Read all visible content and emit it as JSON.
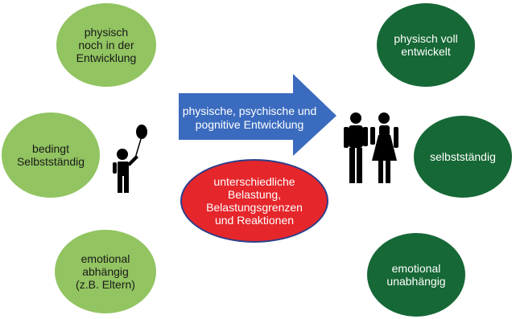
{
  "left_column": {
    "top": "physisch\nnoch in der\nEntwicklung",
    "middle": "bedingt\nSelbstständig",
    "bottom": "emotional\nabhängig\n(z.B. Eltern)"
  },
  "right_column": {
    "top": "physisch voll\nentwickelt",
    "middle": "selbstständig",
    "bottom": "emotional\nunabhängig"
  },
  "arrow_label": "physische, psychische und\npognitive Entwicklung",
  "center_note": "unterschiedliche\nBelastung,\nBelastungsgrenzen\nund Reaktionen",
  "icons": [
    "child-with-balloon-icon",
    "couple-icon"
  ],
  "colors": {
    "light_green": "#92c461",
    "dark_green": "#166836",
    "arrow_blue": "#3a6bbf",
    "red": "#e5262b",
    "red_outline": "#2d3e8a"
  }
}
